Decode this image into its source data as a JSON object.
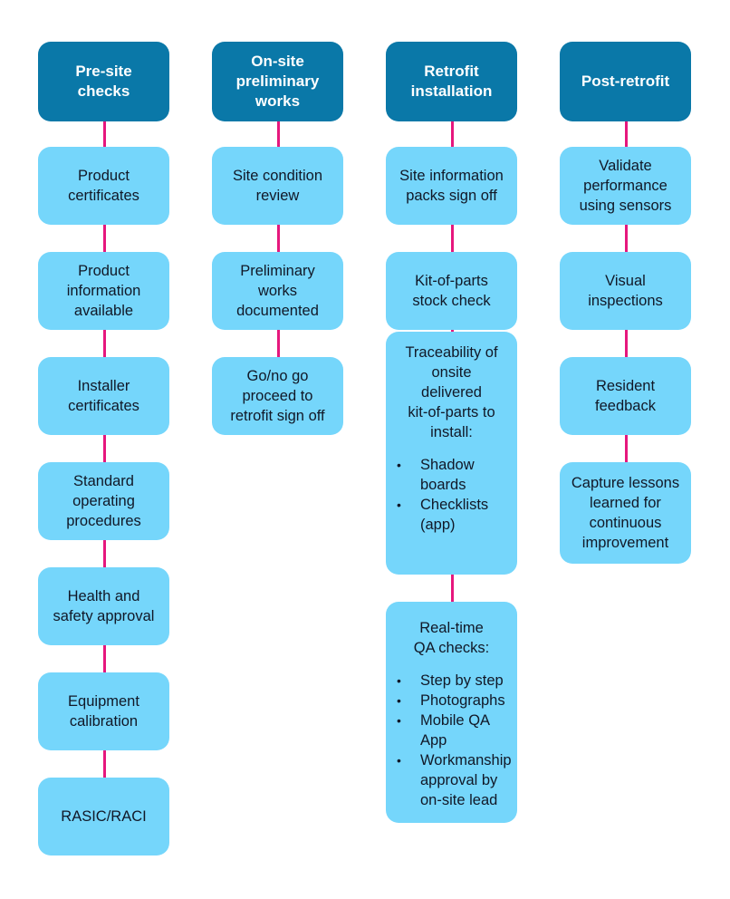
{
  "columns": [
    {
      "header": "Pre-site\nchecks",
      "steps": [
        {
          "title": "Product\ncertificates"
        },
        {
          "title": "Product\ninformation\navailable"
        },
        {
          "title": "Installer\ncertificates"
        },
        {
          "title": "Standard\noperating\nprocedures"
        },
        {
          "title": "Health and\nsafety approval"
        },
        {
          "title": "Equipment\ncalibration"
        },
        {
          "title": "RASIC/RACI"
        }
      ]
    },
    {
      "header": "On-site\npreliminary\nworks",
      "steps": [
        {
          "title": "Site condition\nreview"
        },
        {
          "title": "Preliminary\nworks\ndocumented"
        },
        {
          "title": "Go/no go\nproceed to\nretrofit sign off"
        }
      ]
    },
    {
      "header": "Retrofit\ninstallation",
      "steps": [
        {
          "title": "Site information\npacks sign off"
        },
        {
          "title": "Kit-of-parts\nstock check"
        },
        {
          "title": "Traceability of\nonsite\ndelivered\nkit-of-parts to\ninstall:",
          "bullets": [
            "Shadow\nboards",
            "Checklists\n(app)"
          ]
        },
        {
          "title": "Real-time\nQA checks:",
          "bullets": [
            "Step by step",
            "Photographs",
            "Mobile QA\nApp",
            "Workmanship\napproval by\non-site lead"
          ]
        }
      ]
    },
    {
      "header": "Post-retrofit",
      "steps": [
        {
          "title": "Validate\nperformance\nusing sensors"
        },
        {
          "title": "Visual\ninspections"
        },
        {
          "title": "Resident\nfeedback"
        },
        {
          "title": "Capture lessons\nlearned for\ncontinuous\nimprovement"
        }
      ]
    }
  ]
}
